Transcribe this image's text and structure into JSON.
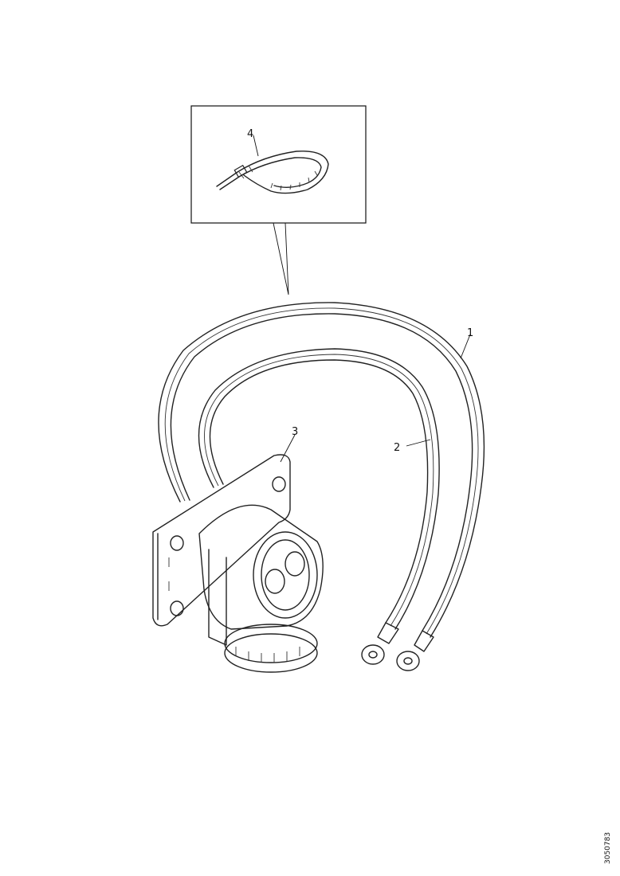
{
  "callouts": {
    "battery_cable_1": "1",
    "battery_cable_2": "2",
    "mounting_bracket": "3",
    "cable_tie": "4"
  },
  "drawing_id": "3050783"
}
